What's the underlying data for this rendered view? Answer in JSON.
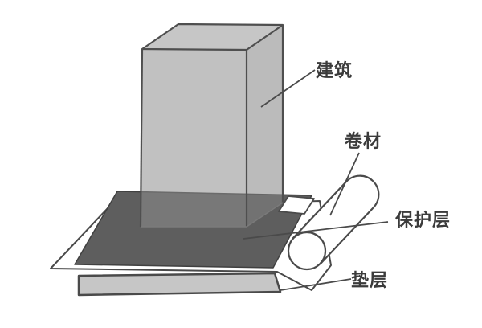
{
  "diagram": {
    "title_hint": "waterproof membrane layers under a building",
    "background": "#ffffff",
    "labels": {
      "building": "建筑",
      "membrane_roll": "卷材",
      "protective_layer": "保护层",
      "cushion_layer": "垫层"
    },
    "colors": {
      "building_top_fill": "#979797",
      "building_front_fill": "#8e8e8e",
      "building_right_fill": "#838383",
      "protective_layer_fill": "#5e5e5e",
      "protective_layer_stroke": "#404040",
      "cushion_layer_fill": "#c6c6c6",
      "membrane_fill": "#ffffff",
      "outline": "#4a4a4a",
      "building_outline": "#4f4f4f",
      "faint_edge": "#7a7a7a",
      "label_text": "#3b3b3b"
    }
  }
}
